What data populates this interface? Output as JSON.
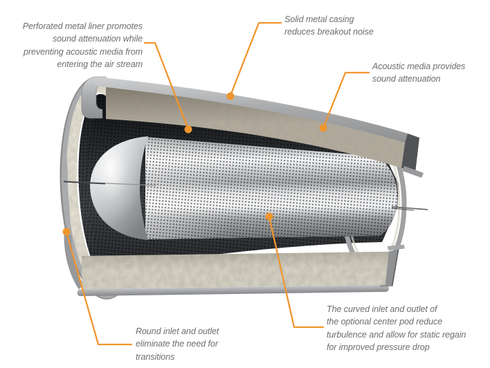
{
  "colors": {
    "accent": "#F0952E",
    "text_gray": "#6D6E71",
    "background": "#FFFFFF"
  },
  "callouts": [
    {
      "id": "perforated-liner",
      "lines": [
        "Perforated metal liner promotes",
        "sound attenuation while",
        "preventing acoustic media from",
        "entering the air stream"
      ]
    },
    {
      "id": "solid-casing",
      "lines": [
        "Solid metal casing",
        "reduces breakout noise"
      ]
    },
    {
      "id": "acoustic-media",
      "lines": [
        "Acoustic media provides",
        "sound attenuation"
      ]
    },
    {
      "id": "round-inlet",
      "lines": [
        "Round inlet and outlet",
        "eliminate the need for",
        "transitions"
      ]
    },
    {
      "id": "center-pod",
      "lines": [
        "The curved inlet and outlet of",
        "the optional center pod reduce",
        "turbulence and allow for static regain",
        "for improved pressure drop"
      ]
    }
  ]
}
